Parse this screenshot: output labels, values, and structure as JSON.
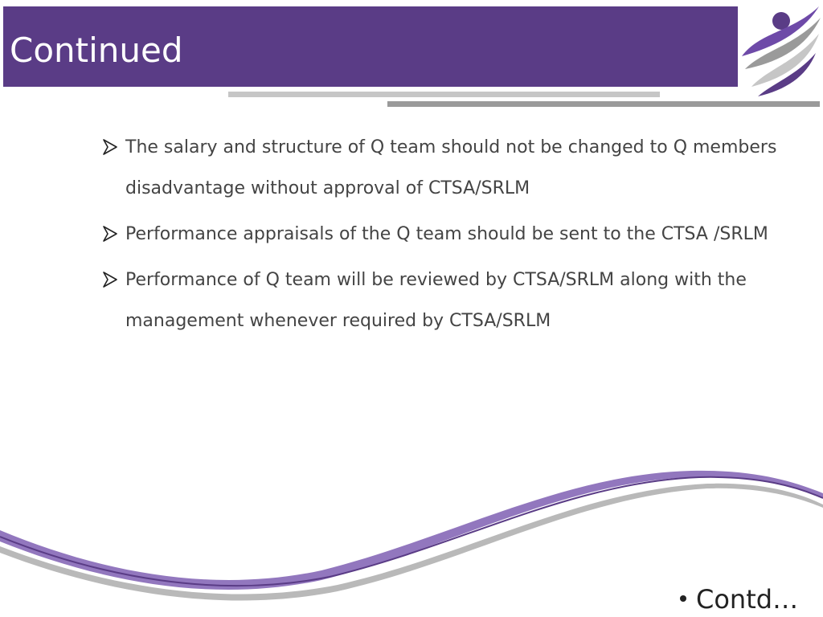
{
  "slide": {
    "title": "Continued",
    "bullets": [
      "The salary and structure of Q team should not be changed to Q members disadvantage without approval of CTSA/SRLM",
      "Performance appraisals of the Q team should be sent to the CTSA /SRLM",
      "Performance of Q team will be reviewed by CTSA/SRLM along with the management whenever required by CTSA/SRLM"
    ],
    "footer": "Contd…"
  },
  "colors": {
    "title_bar": "#5a3c86",
    "accent_purple": "#6e4aa8",
    "rule_light": "#c6c6c6",
    "rule_dark": "#9a9a9a"
  },
  "icons": {
    "logo": "running-figure-logo",
    "bullet": "arrowhead-bullet-icon",
    "decoration": "purple-swoosh-wave"
  }
}
